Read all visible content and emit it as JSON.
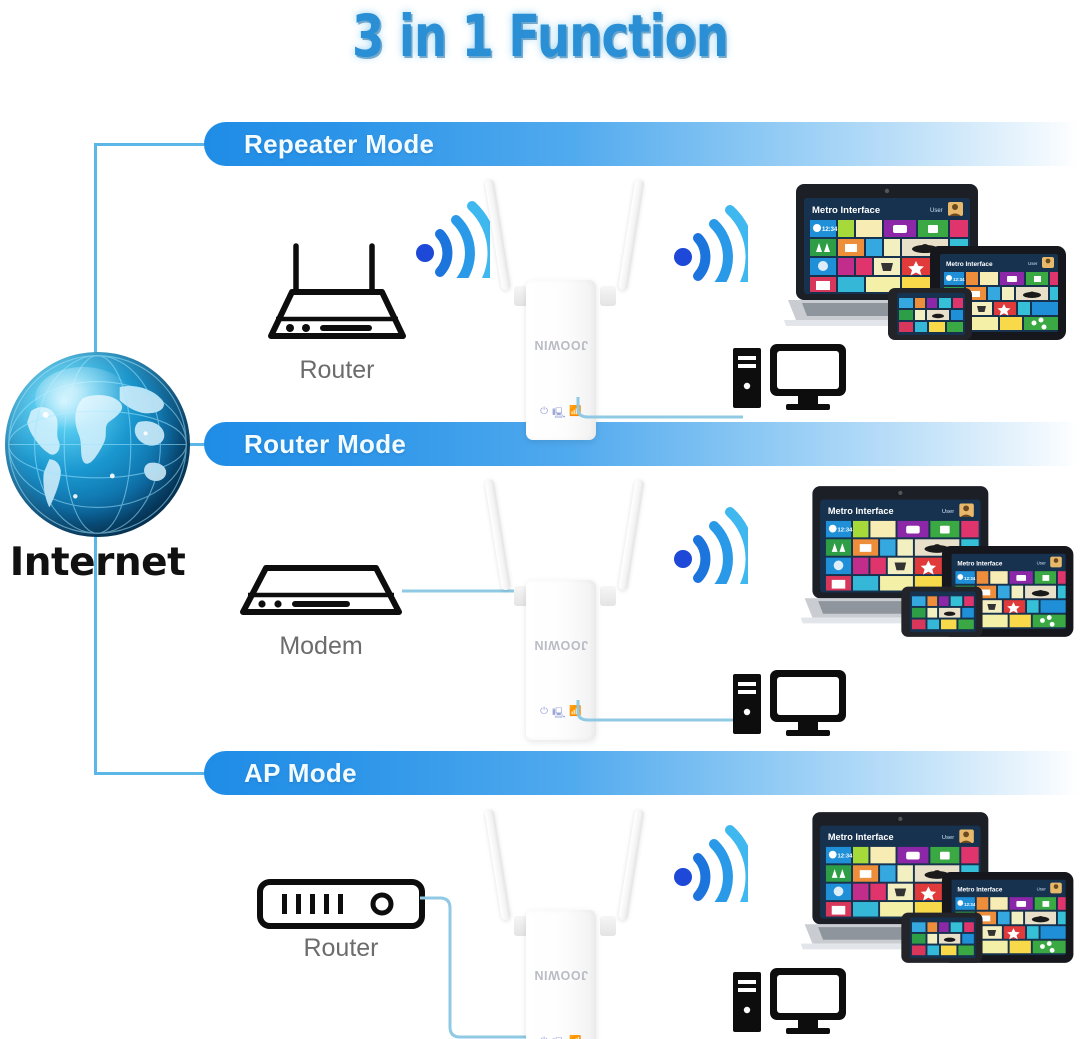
{
  "page": {
    "title": "3 in 1 Function",
    "title_color": "#2a8fd4",
    "background": "#ffffff",
    "accent_blue": "#1f8ce6",
    "line_blue": "#5bb7e8"
  },
  "internet": {
    "label": "Internet",
    "icon": "globe-icon"
  },
  "modes": [
    {
      "id": "repeater",
      "banner_label": "Repeater Mode",
      "source_device": {
        "label": "Router",
        "icon": "router-antenna-icon"
      },
      "extender": {
        "brand": "JOOWIN",
        "leds": [
          "power-led",
          "ethernet-led",
          "wifi-led"
        ]
      },
      "wifi_left": {
        "icon": "wifi-signal-icon",
        "arcs": 3
      },
      "wifi_right": {
        "icon": "wifi-signal-icon",
        "arcs": 3
      },
      "clients": {
        "screen_title": "Metro Interface",
        "user_label": "User",
        "clock": "12:34"
      },
      "wired_clients": [
        "desktop-tower-icon",
        "monitor-icon"
      ]
    },
    {
      "id": "router",
      "banner_label": "Router Mode",
      "source_device": {
        "label": "Modem",
        "icon": "modem-icon"
      },
      "extender": {
        "brand": "JOOWIN",
        "leds": [
          "power-led",
          "ethernet-led",
          "wifi-led"
        ]
      },
      "wifi_left": null,
      "wifi_right": {
        "icon": "wifi-signal-icon",
        "arcs": 3
      },
      "clients": {
        "screen_title": "Metro Interface",
        "user_label": "User",
        "clock": "12:34"
      },
      "wired_clients": [
        "desktop-tower-icon",
        "monitor-icon"
      ]
    },
    {
      "id": "ap",
      "banner_label": "AP Mode",
      "source_device": {
        "label": "Router",
        "icon": "router-flat-icon"
      },
      "extender": {
        "brand": "JOOWIN",
        "leds": [
          "power-led",
          "ethernet-led",
          "wifi-led"
        ]
      },
      "wifi_left": null,
      "wifi_right": {
        "icon": "wifi-signal-icon",
        "arcs": 3
      },
      "clients": {
        "screen_title": "Metro Interface",
        "user_label": "User",
        "clock": "12:34"
      },
      "wired_clients": [
        "desktop-tower-icon",
        "monitor-icon"
      ]
    }
  ],
  "tiles": {
    "row1": [
      "#1f8fd8",
      "#a6d93a",
      "#f7edb4",
      "#8c27a8",
      "#3aa843",
      "#e0356c"
    ],
    "row2": [
      "#2e9e46",
      "#ef8e3a",
      "#35a8e0",
      "#f2efc0",
      "#b0772d",
      "#1f8fd8"
    ],
    "row3": [
      "#1f8fd8",
      "#c22d8b",
      "#e0356c",
      "#8fce3a",
      "#e03a3a",
      "#35c0d8"
    ],
    "row4": [
      "#d8365a",
      "#35b7d8",
      "#f4f0a8",
      "#f7d94a",
      "#3aa843",
      "#1f8fd8"
    ]
  }
}
